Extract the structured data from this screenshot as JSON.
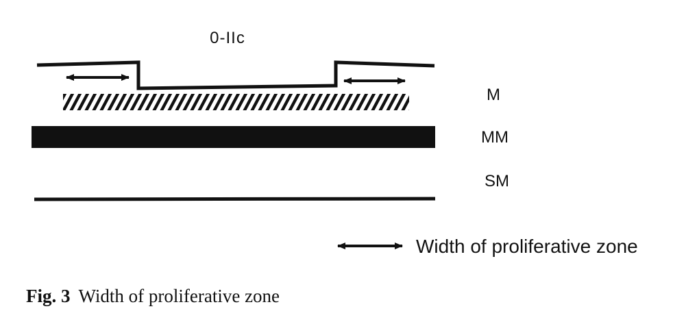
{
  "diagram": {
    "lesion_label": "0-IIc",
    "layers": {
      "mucosa": "M",
      "muscularis_mucosae": "MM",
      "submucosa": "SM"
    },
    "legend_label": "Width of proliferative zone"
  },
  "caption": {
    "number": "Fig. 3",
    "text": "Width of proliferative zone"
  }
}
